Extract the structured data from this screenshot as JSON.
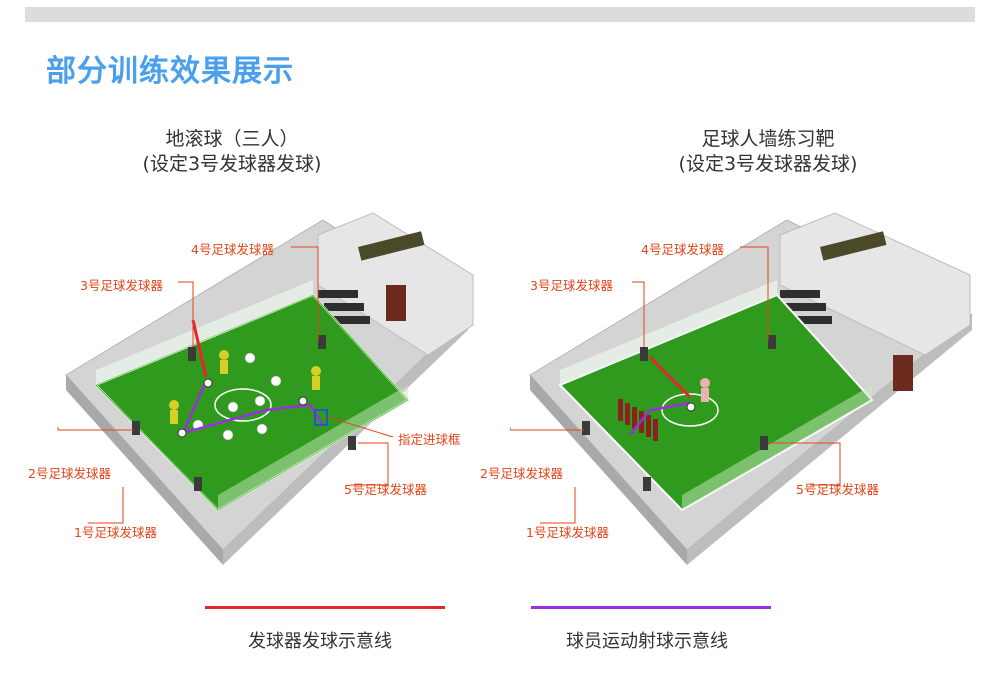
{
  "title": "部分训练效果展示",
  "panels": [
    {
      "caption_line1": "地滚球（三人）",
      "caption_line2": "(设定3号发球器发球)",
      "labels": {
        "l4": "4号足球发球器",
        "l3": "3号足球发球器",
        "l2": "2号足球发球器",
        "l1": "1号足球发球器",
        "l5": "5号足球发球器",
        "goal": "指定进球框"
      }
    },
    {
      "caption_line1": "足球人墙练习靶",
      "caption_line2": "(设定3号发球器发球)",
      "labels": {
        "l4": "4号足球发球器",
        "l3": "3号足球发球器",
        "l2": "2号足球发球器",
        "l1": "1号足球发球器",
        "l5": "5号足球发球器"
      }
    }
  ],
  "legend": {
    "serve_label": "发球器发球示意线",
    "serve_color": "#e8262a",
    "player_label": "球员运动射球示意线",
    "player_color": "#9b2fe0"
  },
  "colors": {
    "title": "#4aa0ec",
    "label": "#e2451a",
    "field": "#2f9a1d",
    "wall": "#d9d9d9"
  }
}
